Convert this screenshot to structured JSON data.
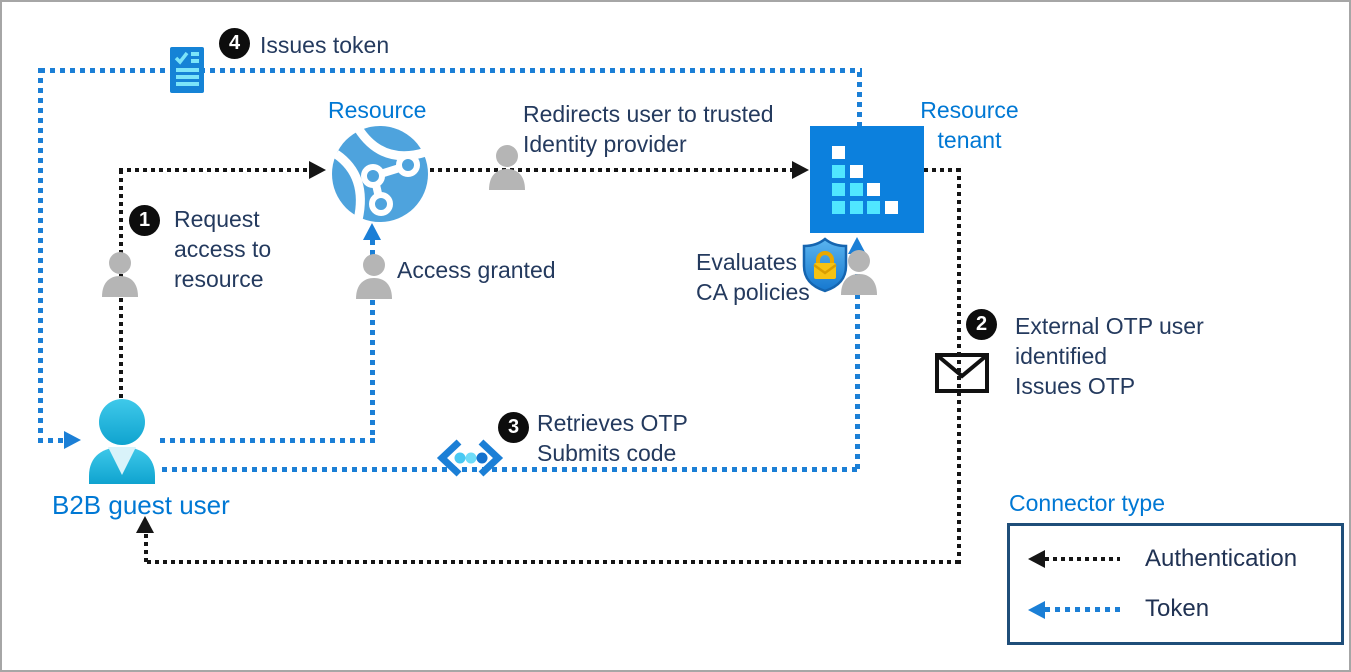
{
  "diagram": {
    "nodes": {
      "resource": "Resource",
      "resource_tenant": "Resource\ntenant",
      "b2b_guest_user": "B2B guest user"
    },
    "steps": {
      "s1": {
        "num": "1",
        "text": "Request\naccess to\nresource"
      },
      "s2": {
        "num": "2",
        "text": "External OTP user\nidentified\nIssues OTP"
      },
      "s3": {
        "num": "3",
        "text": "Retrieves OTP\nSubmits code"
      },
      "s4": {
        "num": "4",
        "text": "Issues token"
      }
    },
    "annotations": {
      "redirects": "Redirects user to trusted\nIdentity provider",
      "access_granted": "Access granted",
      "evaluates": "Evaluates\nCA policies"
    },
    "legend": {
      "title": "Connector type",
      "authentication": "Authentication",
      "token": "Token"
    },
    "icons": {
      "document_check": "issued-token-document-icon",
      "globe": "resource-globe-icon",
      "tenant": "resource-tenant-icon",
      "shield_lock": "conditional-access-shield-icon",
      "envelope": "otp-email-icon",
      "code": "otp-code-icon",
      "person_gray": "user-silhouette-icon",
      "person_b2b": "b2b-guest-user-icon"
    },
    "colors": {
      "accent_blue": "#0078d4",
      "navy_text": "#243a5e",
      "token_line_blue": "#1b7fd6",
      "auth_line_black": "#161616",
      "tenant_blue": "#0c80dd",
      "tenant_cyan": "#50e6ff",
      "user_cyan": "#2bbde4",
      "legend_border": "#1f4e79"
    }
  }
}
